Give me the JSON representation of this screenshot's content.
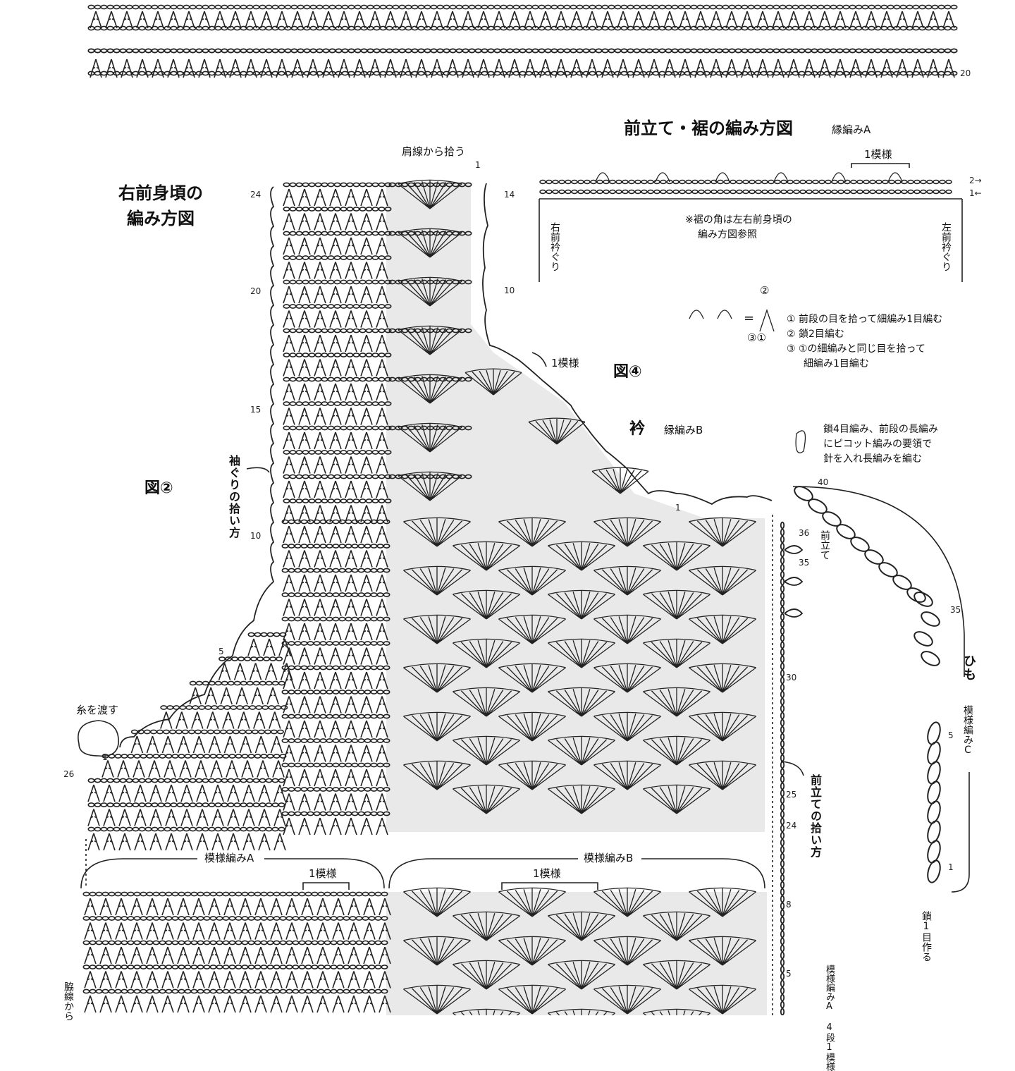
{
  "titles": {
    "right_front": [
      "右前身頃の",
      "編み方図"
    ],
    "front_band": "前立て・裾の編み方図",
    "front_band_sub": "縁編みA",
    "fig2": "図②",
    "fig4": "図④"
  },
  "labels": {
    "shoulder_pickup": "肩線から拾う",
    "armhole_pickup": "袖ぐりの拾い方",
    "yarn_carry": "糸を渡す",
    "collar": "衿",
    "collar_sub": "縁編みB",
    "one_pattern": "1模様",
    "pattern_a": "模様編みA",
    "pattern_b": "模様編みB",
    "front_band_label": "前立て",
    "front_band_pickup": "前立ての拾い方",
    "tie": "ひも",
    "tie_pattern": "模様編みC",
    "chain_one": "鎖1目作る",
    "right_neck": "右前衿ぐり",
    "left_neck": "左前衿ぐり",
    "hem_note": [
      "※裾の角は左右前身頃の",
      "編み方図参照"
    ],
    "side_line": "脇線から",
    "pattern_a_4row": "模様編みA 4段1模様",
    "row_marks": [
      "2→",
      "1←"
    ]
  },
  "legend": {
    "equals": "=",
    "sym_nums": [
      "②",
      "③①"
    ],
    "steps": [
      "① 前段の目を拾って細編み1目編む",
      "② 鎖2目編む",
      "③ ①の細編みと同じ目を拾って",
      "細編み1目編む"
    ],
    "picot": [
      "鎖4目編み、前段の長編み",
      "にピコット編みの要領で",
      "針を入れ長編みを編む"
    ]
  },
  "row_numbers": {
    "left": [
      "24",
      "20",
      "15",
      "10",
      "5",
      "26"
    ],
    "right_top": [
      "14",
      "10"
    ],
    "band": [
      "36",
      "35",
      "30",
      "25",
      "24",
      "8",
      "5"
    ],
    "tie": [
      "40",
      "35",
      "5",
      "1"
    ],
    "top": "20",
    "misc_one": "1"
  }
}
